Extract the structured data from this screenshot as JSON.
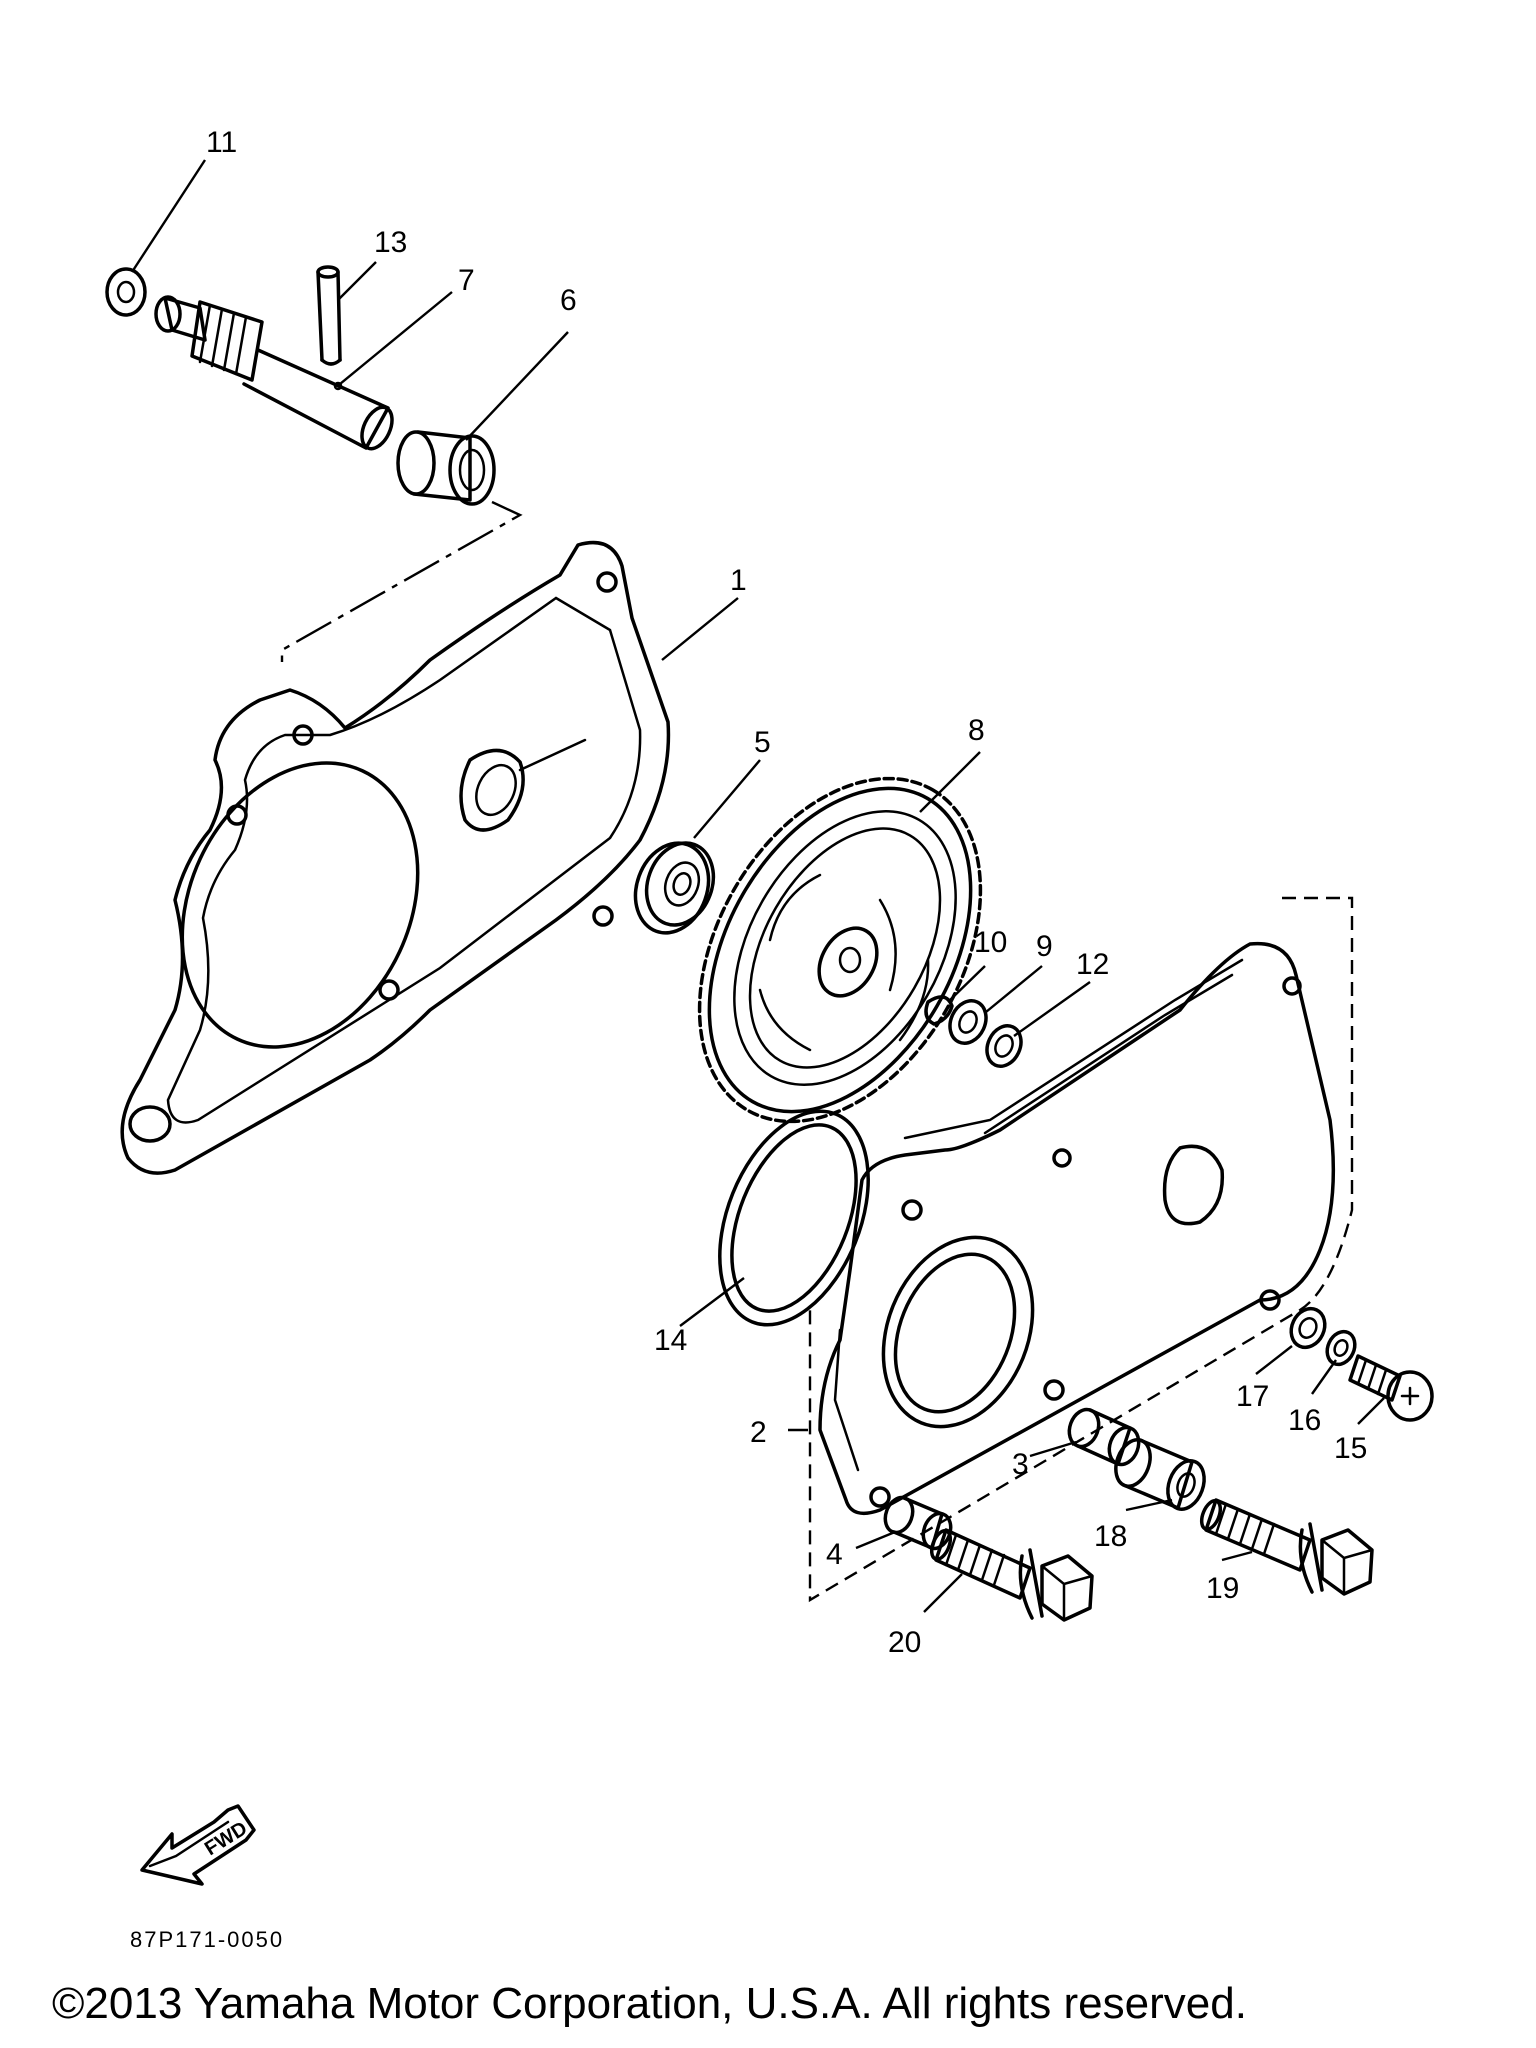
{
  "diagram": {
    "callouts": [
      {
        "id": "1",
        "label": "1"
      },
      {
        "id": "2",
        "label": "2"
      },
      {
        "id": "3",
        "label": "3"
      },
      {
        "id": "4",
        "label": "4"
      },
      {
        "id": "5",
        "label": "5"
      },
      {
        "id": "6",
        "label": "6"
      },
      {
        "id": "7",
        "label": "7"
      },
      {
        "id": "8",
        "label": "8"
      },
      {
        "id": "9",
        "label": "9"
      },
      {
        "id": "10",
        "label": "10"
      },
      {
        "id": "11",
        "label": "11"
      },
      {
        "id": "12",
        "label": "12"
      },
      {
        "id": "13",
        "label": "13"
      },
      {
        "id": "14",
        "label": "14"
      },
      {
        "id": "15",
        "label": "15"
      },
      {
        "id": "16",
        "label": "16"
      },
      {
        "id": "17",
        "label": "17"
      },
      {
        "id": "18",
        "label": "18"
      },
      {
        "id": "19",
        "label": "19"
      },
      {
        "id": "20",
        "label": "20"
      }
    ],
    "fwd_label": "FWD",
    "diagram_code": "87P171-0050",
    "copyright": "©2013 Yamaha Motor Corporation, U.S.A. All rights reserved."
  }
}
